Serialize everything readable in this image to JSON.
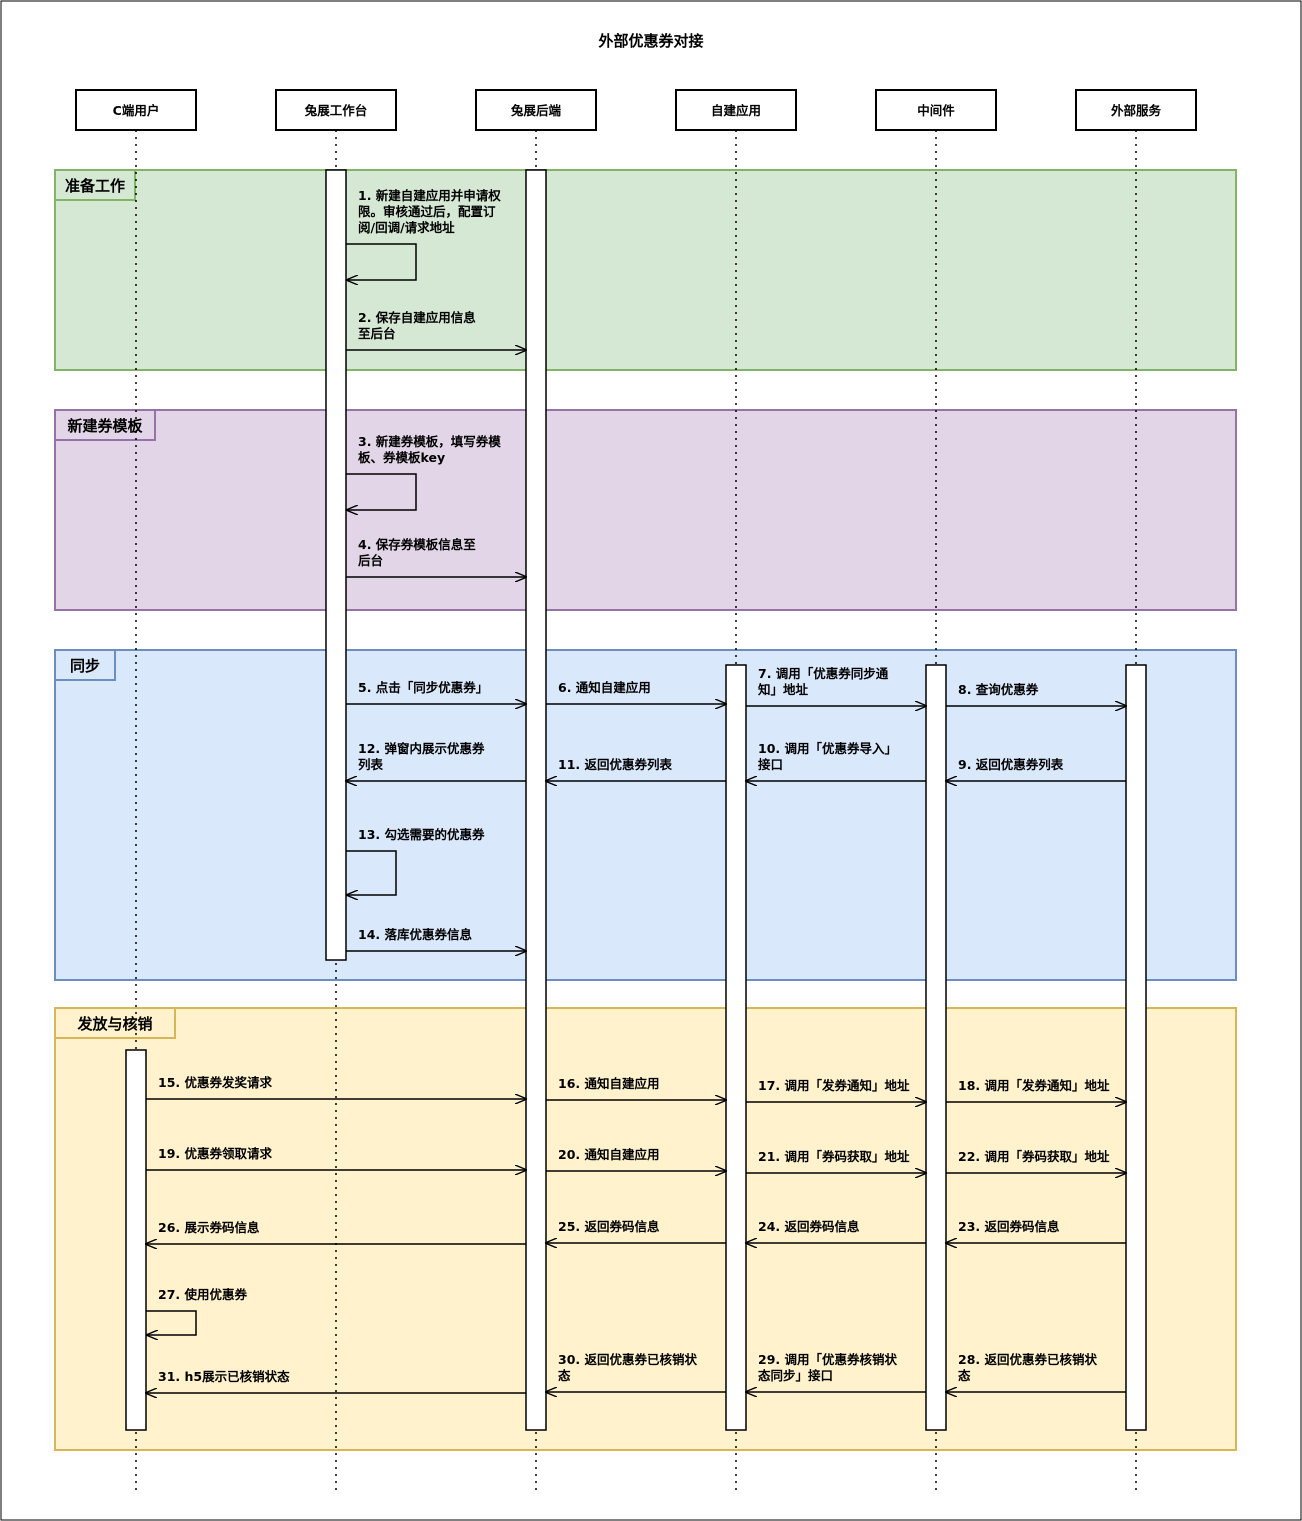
{
  "title": "外部优惠券对接",
  "participants": [
    {
      "id": "user",
      "label": "C端用户"
    },
    {
      "id": "workbench",
      "label": "兔展工作台"
    },
    {
      "id": "backend",
      "label": "兔展后端"
    },
    {
      "id": "app",
      "label": "自建应用"
    },
    {
      "id": "middleware",
      "label": "中间件"
    },
    {
      "id": "external",
      "label": "外部服务"
    }
  ],
  "phases": [
    {
      "id": "prep",
      "label": "准备工作",
      "fill": "#d5e8d4",
      "stroke": "#82b366"
    },
    {
      "id": "template",
      "label": "新建券模板",
      "fill": "#e1d5e7",
      "stroke": "#9673a6"
    },
    {
      "id": "sync",
      "label": "同步",
      "fill": "#dae8fc",
      "stroke": "#6c8ebf"
    },
    {
      "id": "issue",
      "label": "发放与核销",
      "fill": "#fff2cc",
      "stroke": "#d6b656"
    }
  ],
  "messages": [
    {
      "from": "workbench",
      "to": "workbench",
      "lines": [
        "1. 新建自建应用并申请权",
        "限。审核通过后，配置订",
        "阅/回调/请求地址"
      ]
    },
    {
      "from": "workbench",
      "to": "backend",
      "lines": [
        "2. 保存自建应用信息",
        "至后台"
      ]
    },
    {
      "from": "workbench",
      "to": "workbench",
      "lines": [
        "3. 新建券模板，填写券模",
        "板、券模板key"
      ]
    },
    {
      "from": "workbench",
      "to": "backend",
      "lines": [
        "4. 保存券模板信息至",
        "后台"
      ]
    },
    {
      "from": "workbench",
      "to": "backend",
      "lines": [
        "5. 点击「同步优惠券」"
      ]
    },
    {
      "from": "backend",
      "to": "app",
      "lines": [
        "6. 通知自建应用"
      ]
    },
    {
      "from": "app",
      "to": "middleware",
      "lines": [
        "7. 调用「优惠券同步通",
        "知」地址"
      ]
    },
    {
      "from": "middleware",
      "to": "external",
      "lines": [
        "8. 查询优惠券"
      ]
    },
    {
      "from": "external",
      "to": "middleware",
      "lines": [
        "9. 返回优惠券列表"
      ]
    },
    {
      "from": "middleware",
      "to": "app",
      "lines": [
        "10. 调用「优惠券导入」",
        "接口"
      ]
    },
    {
      "from": "app",
      "to": "backend",
      "lines": [
        "11. 返回优惠券列表"
      ]
    },
    {
      "from": "backend",
      "to": "workbench",
      "lines": [
        "12. 弹窗内展示优惠券",
        "列表"
      ]
    },
    {
      "from": "workbench",
      "to": "workbench",
      "lines": [
        "13. 勾选需要的优惠券"
      ]
    },
    {
      "from": "workbench",
      "to": "backend",
      "lines": [
        "14. 落库优惠券信息"
      ]
    },
    {
      "from": "user",
      "to": "backend",
      "lines": [
        "15. 优惠券发奖请求"
      ]
    },
    {
      "from": "backend",
      "to": "app",
      "lines": [
        "16. 通知自建应用"
      ]
    },
    {
      "from": "app",
      "to": "middleware",
      "lines": [
        "17. 调用「发券通知」地址"
      ]
    },
    {
      "from": "middleware",
      "to": "external",
      "lines": [
        "18. 调用「发券通知」地址"
      ]
    },
    {
      "from": "user",
      "to": "backend",
      "lines": [
        "19. 优惠券领取请求"
      ]
    },
    {
      "from": "backend",
      "to": "app",
      "lines": [
        "20. 通知自建应用"
      ]
    },
    {
      "from": "app",
      "to": "middleware",
      "lines": [
        "21. 调用「券码获取」地址"
      ]
    },
    {
      "from": "middleware",
      "to": "external",
      "lines": [
        "22. 调用「券码获取」地址"
      ]
    },
    {
      "from": "external",
      "to": "middleware",
      "lines": [
        "23. 返回券码信息"
      ]
    },
    {
      "from": "middleware",
      "to": "app",
      "lines": [
        "24. 返回券码信息"
      ]
    },
    {
      "from": "app",
      "to": "backend",
      "lines": [
        "25. 返回券码信息"
      ]
    },
    {
      "from": "backend",
      "to": "user",
      "lines": [
        "26. 展示券码信息"
      ]
    },
    {
      "from": "user",
      "to": "user",
      "lines": [
        "27. 使用优惠券"
      ]
    },
    {
      "from": "external",
      "to": "middleware",
      "lines": [
        "28. 返回优惠券已核销状",
        "态"
      ]
    },
    {
      "from": "middleware",
      "to": "app",
      "lines": [
        "29. 调用「优惠券核销状",
        "态同步」接口"
      ]
    },
    {
      "from": "app",
      "to": "backend",
      "lines": [
        "30. 返回优惠券已核销状",
        "态"
      ]
    },
    {
      "from": "backend",
      "to": "user",
      "lines": [
        "31. h5展示已核销状态"
      ]
    }
  ]
}
